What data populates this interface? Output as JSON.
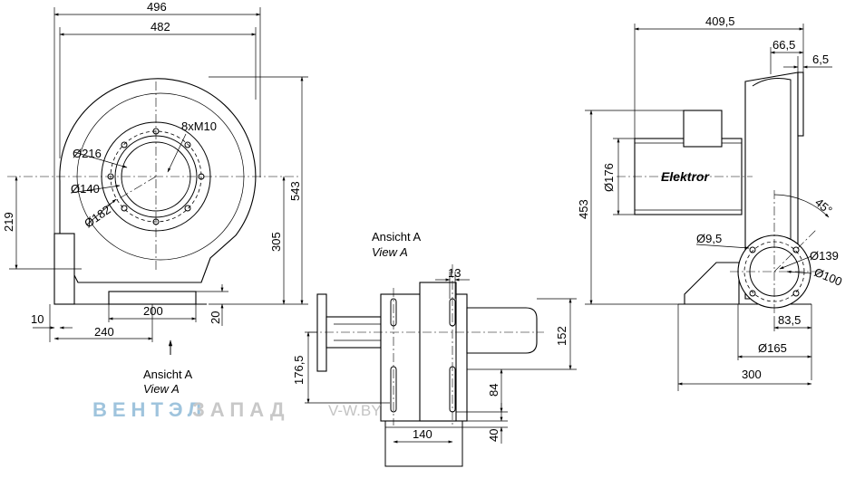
{
  "front_view": {
    "dim_overall_width": "496",
    "dim_inlet_width": "482",
    "dim_height": "543",
    "dim_axis_height": "305",
    "dim_base_axis": "219",
    "dim_base_offset": "10",
    "dim_base_length": "240",
    "dim_foot_length": "200",
    "dim_foot_height": "20",
    "bolt_label": "8xM10",
    "dia_outer": "Ø216",
    "dia_inner": "Ø140",
    "dia_bolt_circle": "Ø182",
    "view_arrow_label": "Ansicht A",
    "view_arrow_label_en": "View A"
  },
  "bottom_view": {
    "title": "Ansicht A",
    "title_en": "View A",
    "dim_slot_width": "13",
    "dim_height": "176,5",
    "dim_flange": "152",
    "dim_slot_length": "84",
    "dim_foot": "40",
    "dim_slot_spacing": "140"
  },
  "side_view": {
    "dim_overall_length": "409,5",
    "dim_housing": "66,5",
    "dim_flange": "6,5",
    "dim_motor_dia": "Ø176",
    "dim_height": "453",
    "motor_label": "Elektror",
    "dim_angle": "45°",
    "dim_hole": "Ø9,5",
    "dia_flange_outer": "Ø139",
    "dia_flange_inner": "Ø100",
    "dim_foot_offset": "83,5",
    "dia_bolt_circle": "Ø165",
    "dim_base_width": "300"
  },
  "watermark": {
    "part_a": "ВЕНТЭЛ",
    "part_b": "ЗАПАД",
    "part_c": "V-W.BY"
  }
}
